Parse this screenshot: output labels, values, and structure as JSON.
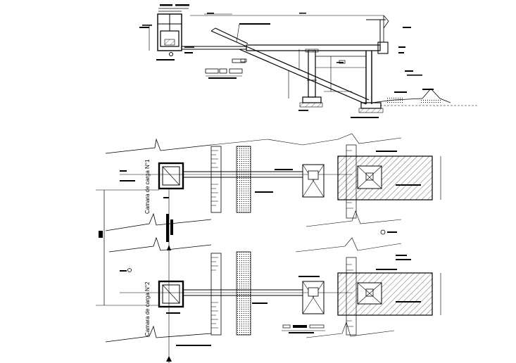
{
  "drawing": {
    "type": "engineering-plan-and-section",
    "colors": {
      "ink": "#000000",
      "background": "#ffffff"
    }
  },
  "plan": {
    "chamber_1_label": "Camara de carga N°1",
    "chamber_2_label": "Camara de carga N°2"
  }
}
